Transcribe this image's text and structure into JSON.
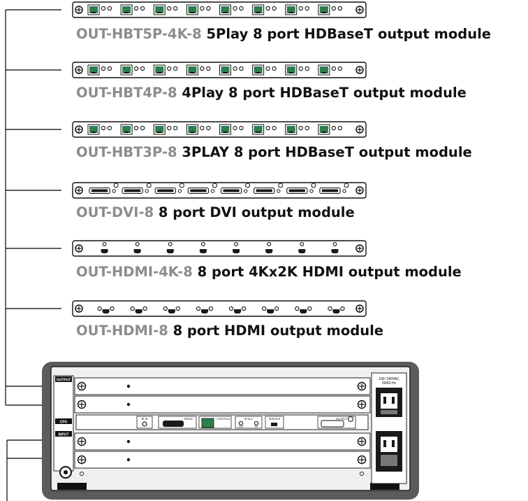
{
  "colors": {
    "model_code": "#8c8c8c",
    "description": "#111111",
    "chassis_frame": "#5b5b5b",
    "chassis_face": "#f0f0f0",
    "panel_fill": "#ffffff",
    "leader_line": "#000000",
    "rj45_port": "#2e7d4f",
    "connector_dark": "#1a1a1a"
  },
  "modules": [
    {
      "code": "OUT-HBT5P-4K-8",
      "description": "5Play 8 port HDBaseT output module",
      "connector": "hdbaset-5play-icon"
    },
    {
      "code": "OUT-HBT4P-8",
      "description": "4Play 8 port HDBaseT output module",
      "connector": "hdbaset-4play-icon"
    },
    {
      "code": "OUT-HBT3P-8",
      "description": "3PLAY 8 port HDBaseT output module",
      "connector": "hdbaset-3play-icon"
    },
    {
      "code": "OUT-DVI-8",
      "description": "8 port DVI output module",
      "connector": "dvi-icon"
    },
    {
      "code": "OUT-HDMI-4K-8",
      "description": "8 port 4Kx2K HDMI output module",
      "connector": "hdmi-4k-icon"
    },
    {
      "code": "OUT-HDMI-8",
      "description": "8 port HDMI output module",
      "connector": "hdmi-icon"
    }
  ],
  "chassis": {
    "labels": {
      "output": "OUTPUT",
      "cpu": "CPU",
      "input": "INPUT",
      "ir_in": "IR IN",
      "rs232": "RS232",
      "control": "CONTROL",
      "ir_all": "IR ALL",
      "ir_out": "OUT",
      "ir_in_small": "IN",
      "service": "SERVICE",
      "output_1": "OUTPUT 1",
      "power_rating_1": "100~240VAC",
      "power_rating_2": "50/60 Hz"
    }
  }
}
